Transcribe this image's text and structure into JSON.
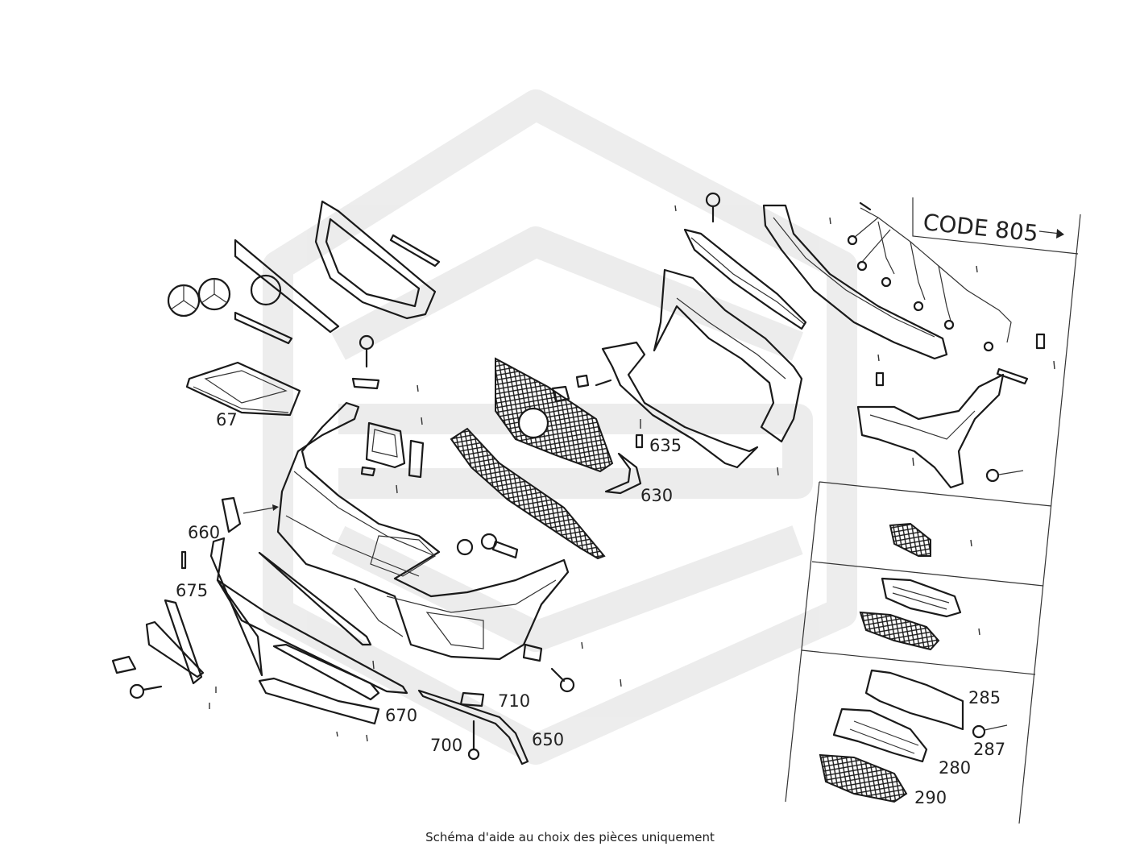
{
  "caption": "Schéma d'aide au choix des pièces uniquement",
  "option_label": "CODE 805",
  "callouts": {
    "c67": "67",
    "c635": "635",
    "c630": "630",
    "c660": "660",
    "c675": "675",
    "c670": "670",
    "c710": "710",
    "c700": "700",
    "c650": "650",
    "c285": "285",
    "c287": "287",
    "c280": "280",
    "c290": "290"
  }
}
